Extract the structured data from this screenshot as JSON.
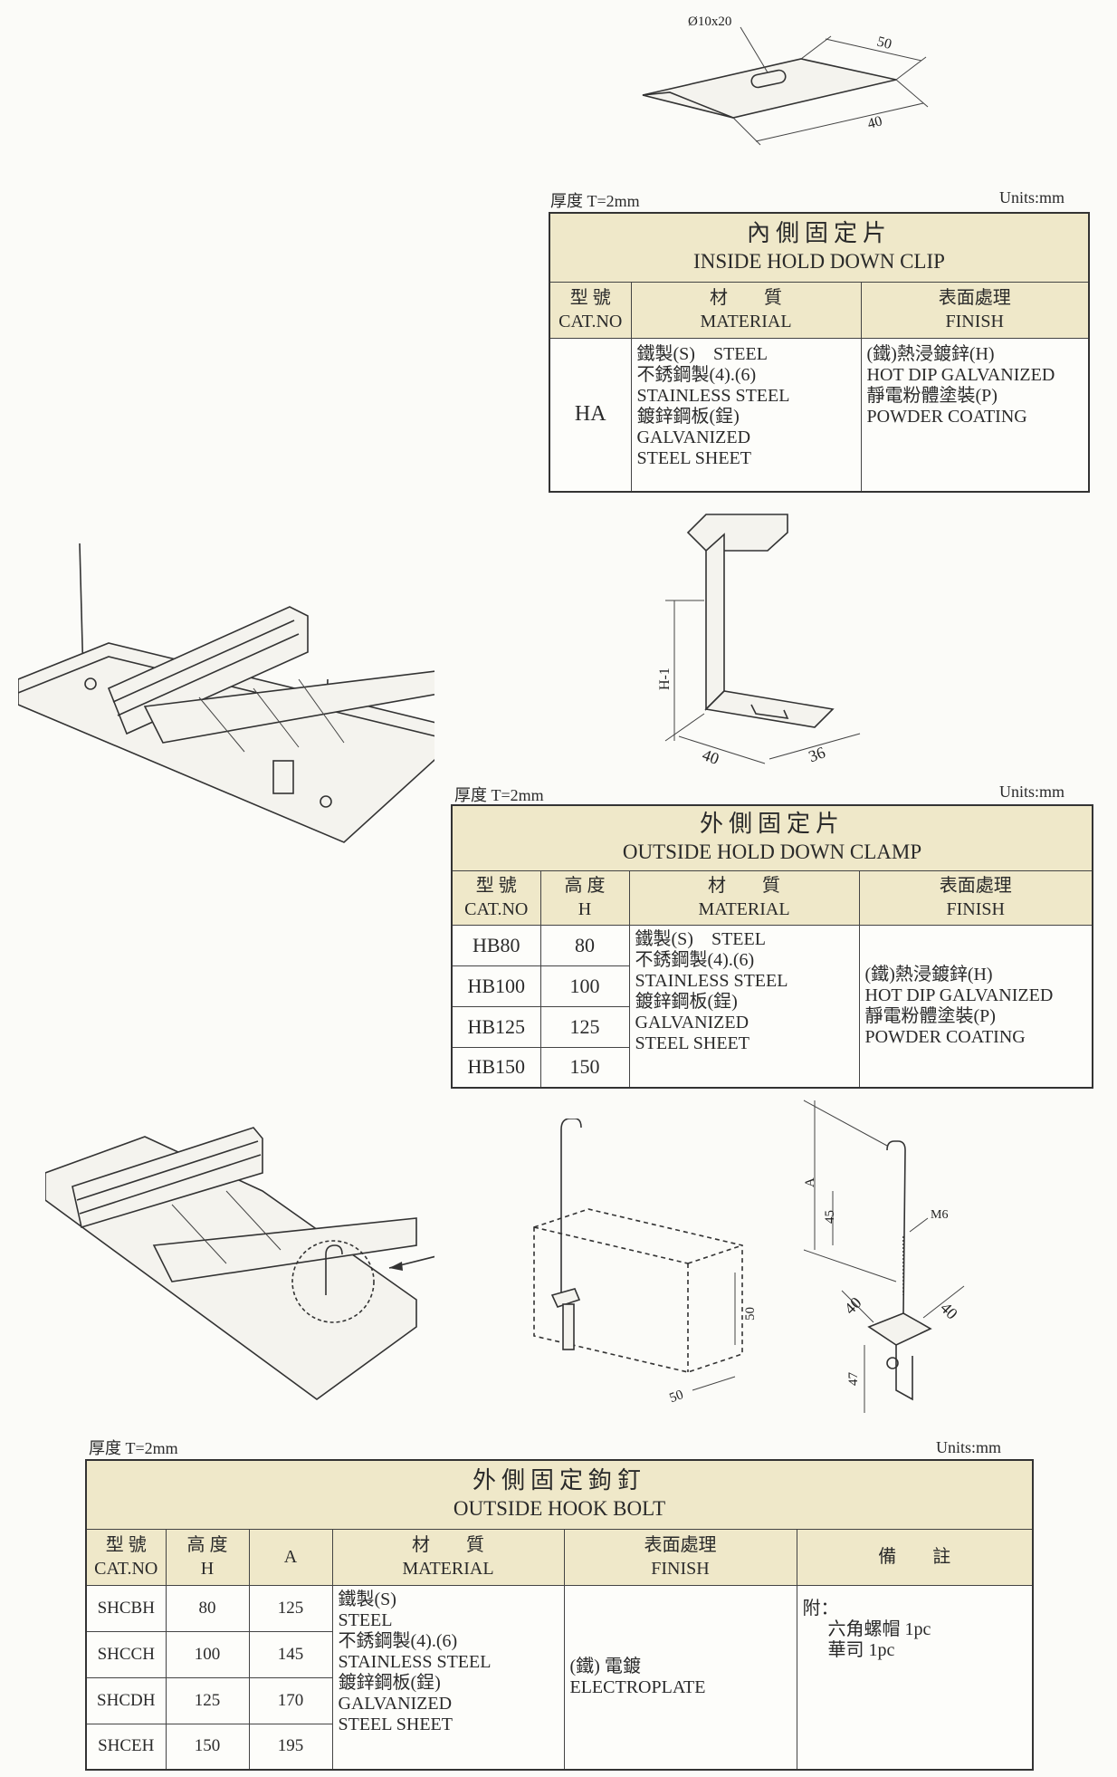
{
  "clip": {
    "dim_slot": "Ø10x20",
    "dim_width": "50",
    "dim_depth": "40",
    "thickness": "厚度 T=2mm",
    "units": "Units:mm",
    "title_zh": "內側固定片",
    "title_en": "INSIDE HOLD DOWN CLIP",
    "headers": {
      "catno_zh": "型 號",
      "catno_en": "CAT.NO",
      "material_zh": "材　　質",
      "material_en": "MATERIAL",
      "finish_zh": "表面處理",
      "finish_en": "FINISH"
    },
    "row": {
      "catno": "HA",
      "material": [
        "鐵製(S)　STEEL",
        "不銹鋼製(4).(6)",
        "STAINLESS STEEL",
        "鍍鋅鋼板(鋥)",
        "GALVANIZED",
        "STEEL SHEET"
      ],
      "finish": [
        "(鐵)熱浸鍍鋅(H)",
        "HOT DIP GALVANIZED",
        "靜電粉體塗裝(P)",
        "POWDER COATING"
      ]
    }
  },
  "clamp": {
    "dim_h": "H-1",
    "dim_a": "40",
    "dim_b": "36",
    "thickness": "厚度 T=2mm",
    "units": "Units:mm",
    "title_zh": "外側固定片",
    "title_en": "OUTSIDE HOLD DOWN CLAMP",
    "headers": {
      "catno_zh": "型 號",
      "catno_en": "CAT.NO",
      "h_zh": "高 度",
      "h_en": "H",
      "material_zh": "材　　質",
      "material_en": "MATERIAL",
      "finish_zh": "表面處理",
      "finish_en": "FINISH"
    },
    "rows": [
      {
        "catno": "HB80",
        "h": "80"
      },
      {
        "catno": "HB100",
        "h": "100"
      },
      {
        "catno": "HB125",
        "h": "125"
      },
      {
        "catno": "HB150",
        "h": "150"
      }
    ],
    "material": [
      "鐵製(S)　STEEL",
      "不銹鋼製(4).(6)",
      "STAINLESS STEEL",
      "鍍鋅鋼板(鋥)",
      "GALVANIZED",
      "STEEL SHEET"
    ],
    "finish": [
      "(鐵)熱浸鍍鋅(H)",
      "HOT DIP GALVANIZED",
      "靜電粉體塗裝(P)",
      "POWDER COATING"
    ]
  },
  "bolt": {
    "dim_50a": "50",
    "dim_50b": "50",
    "dim_a": "A",
    "dim_45": "45",
    "dim_m6": "M6",
    "dim_40a": "40",
    "dim_40b": "40",
    "dim_47": "47",
    "thickness": "厚度 T=2mm",
    "units": "Units:mm",
    "title_zh": "外側固定鉤釘",
    "title_en": "OUTSIDE HOOK BOLT",
    "headers": {
      "catno_zh": "型 號",
      "catno_en": "CAT.NO",
      "h_zh": "高 度",
      "h_en": "H",
      "a": "A",
      "material_zh": "材　　質",
      "material_en": "MATERIAL",
      "finish_zh": "表面處理",
      "finish_en": "FINISH",
      "remark": "備　　註"
    },
    "rows": [
      {
        "catno": "SHCBH",
        "h": "80",
        "a": "125"
      },
      {
        "catno": "SHCCH",
        "h": "100",
        "a": "145"
      },
      {
        "catno": "SHCDH",
        "h": "125",
        "a": "170"
      },
      {
        "catno": "SHCEH",
        "h": "150",
        "a": "195"
      }
    ],
    "material": [
      "鐵製(S)",
      "STEEL",
      "不銹鋼製(4).(6)",
      "STAINLESS STEEL",
      "鍍鋅鋼板(鋥)",
      "GALVANIZED",
      "STEEL SHEET"
    ],
    "finish": [
      "(鐵) 電鍍",
      "ELECTROPLATE"
    ],
    "remark": [
      "附：",
      "六角螺帽 1pc",
      "華司 1pc"
    ]
  }
}
